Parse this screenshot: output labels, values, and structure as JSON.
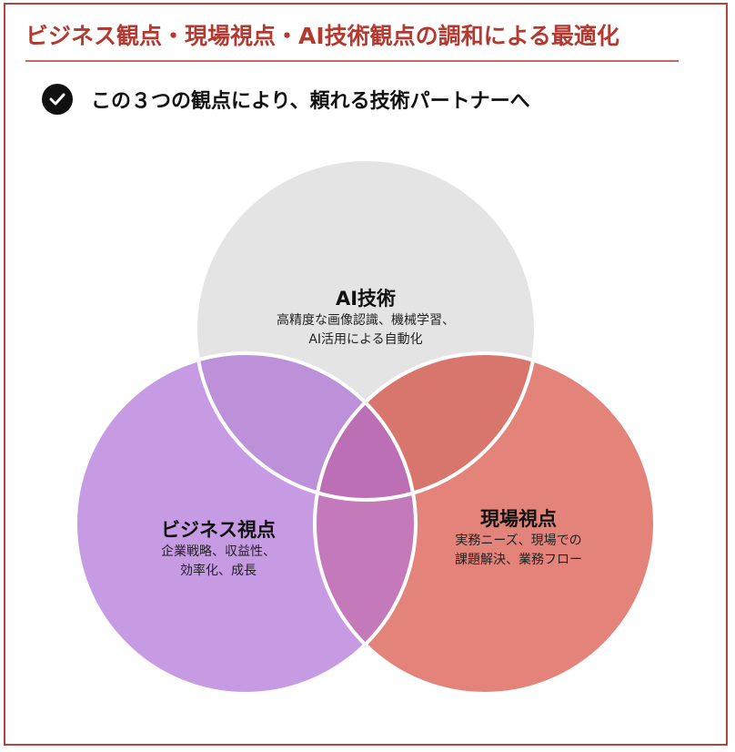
{
  "title": "ビジネス観点・現場視点・AI技術観点の調和による最適化",
  "subtitle": "この３つの観点により、頼れる技術パートナーへ",
  "icons": {
    "check": "check-circle-icon"
  },
  "venn": {
    "ai": {
      "heading": "AI技術",
      "lines": [
        "高精度な画像認識、機械学習、",
        "AI活用による自動化"
      ],
      "color": "#e4e4e4"
    },
    "business": {
      "heading": "ビジネス視点",
      "lines": [
        "企業戦略、収益性、",
        "効率化、成長"
      ],
      "color": "#c69be3"
    },
    "field": {
      "heading": "現場視点",
      "lines": [
        "実務ニーズ、現場での",
        "課題解決、業務フロー"
      ],
      "color": "#e3837a"
    },
    "overlap_colors": {
      "ai_business": "#bd91d9",
      "ai_field": "#d8766e",
      "business_field": "#c479bb",
      "all": "#bc6fb5"
    }
  },
  "accent": "#b23a30"
}
